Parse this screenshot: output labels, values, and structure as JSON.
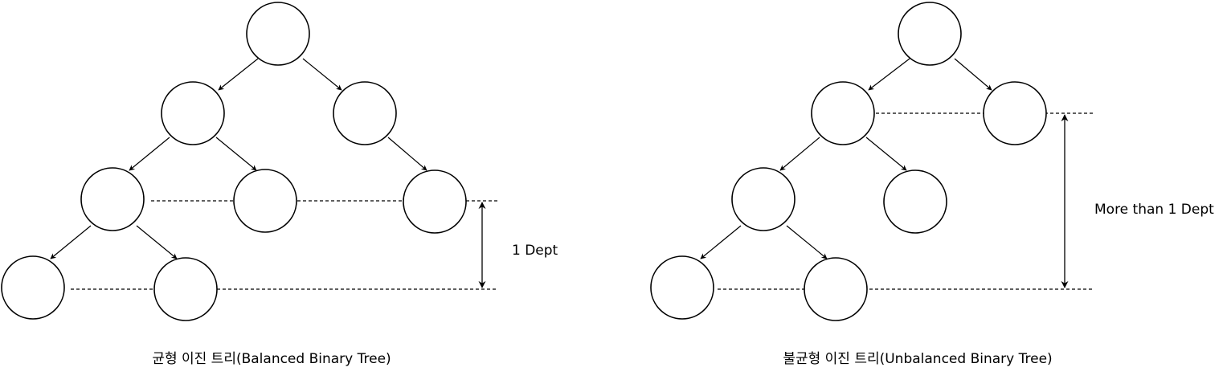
{
  "balanced": {
    "depth_label": "1 Dept",
    "caption": "균형 이진 트리(Balanced Binary Tree)"
  },
  "unbalanced": {
    "depth_label": "More than 1 Dept",
    "caption": "불균형 이진 트리(Unbalanced Binary Tree)"
  },
  "colors": {
    "stroke": "#000000",
    "fill": "#ffffff"
  }
}
